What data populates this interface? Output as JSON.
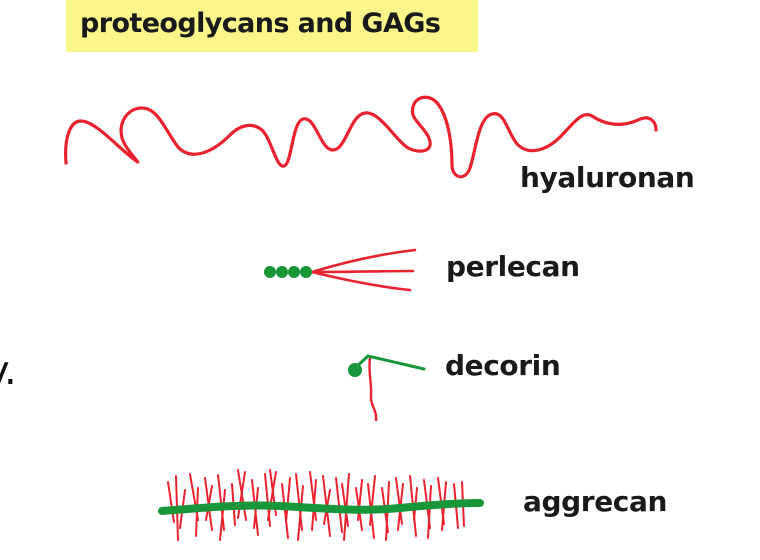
{
  "title": "proteoglycans and GAGs",
  "cropped_text_fragment": "y.",
  "colors": {
    "title_highlight": "#fbf68a",
    "gag_chain_red": "#e8222e",
    "core_protein_green": "#17963a",
    "text": "#1a1a1a"
  },
  "molecules": [
    {
      "name": "hyaluronan",
      "depiction": "long wavy red chain (GAG only, no core protein)"
    },
    {
      "name": "perlecan",
      "depiction": "green beaded core (4 beads) with 3 red GAG chains"
    },
    {
      "name": "decorin",
      "depiction": "green globular core with short tail and 1 red GAG chain"
    },
    {
      "name": "aggrecan",
      "depiction": "long green core with many red GAG bristles"
    }
  ],
  "labels": {
    "hyaluronan": "hyaluronan",
    "perlecan": "perlecan",
    "decorin": "decorin",
    "aggrecan": "aggrecan"
  }
}
